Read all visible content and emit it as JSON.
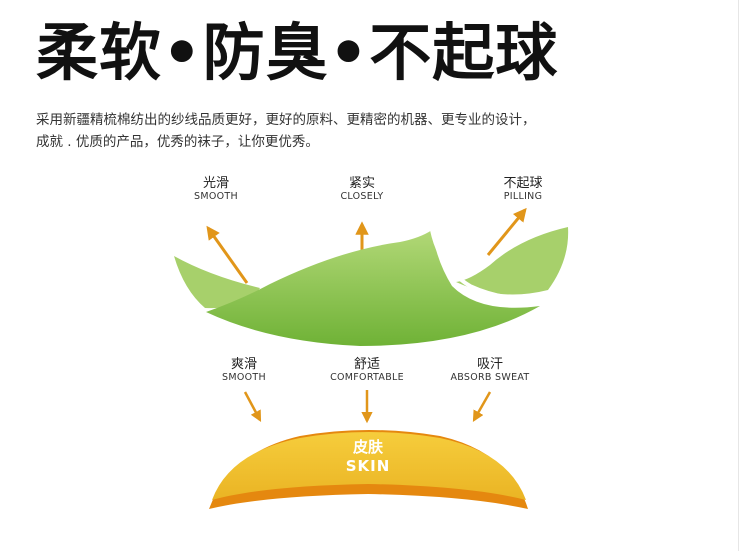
{
  "title": "柔软•防臭•不起球",
  "description": {
    "line1": "采用新疆精梳棉纺出的纱线品质更好，更好的原料、更精密的机器、更专业的设计，",
    "line2": "成就 . 优质的产品，优秀的袜子，让你更优秀。"
  },
  "top_labels": [
    {
      "zh": "光滑",
      "en": "SMOOTH"
    },
    {
      "zh": "紧实",
      "en": "CLOSELY"
    },
    {
      "zh": "不起球",
      "en": "PILLING"
    }
  ],
  "bottom_labels": [
    {
      "zh": "爽滑",
      "en": "SMOOTH"
    },
    {
      "zh": "舒适",
      "en": "COMFORTABLE"
    },
    {
      "zh": "吸汗",
      "en": "ABSORB SWEAT"
    }
  ],
  "skin": {
    "zh": "皮肤",
    "en": "SKIN"
  },
  "colors": {
    "arrow": "#e1961a",
    "leaf_light": "#a6cf6a",
    "leaf_dark": "#72b43a",
    "skin_top": "#f2c22a",
    "skin_bottom": "#e58a12"
  }
}
